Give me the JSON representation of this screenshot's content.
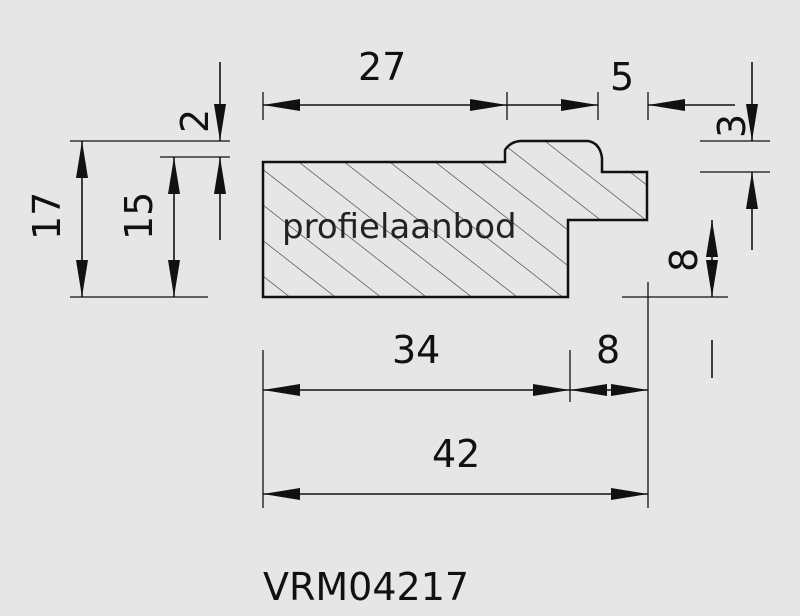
{
  "background_color": "#e6e6e6",
  "line_color": "#111111",
  "profile_name": "VRM04217",
  "watermark": "profielaanbod",
  "dimensions": {
    "top_width": "27",
    "top_tongue": "5",
    "right_gap": "3",
    "top_step": "2",
    "total_height": "17",
    "body_height": "15",
    "tongue_height": "8",
    "bottom_width": "34",
    "bottom_tongue": "8",
    "total_width": "42"
  }
}
